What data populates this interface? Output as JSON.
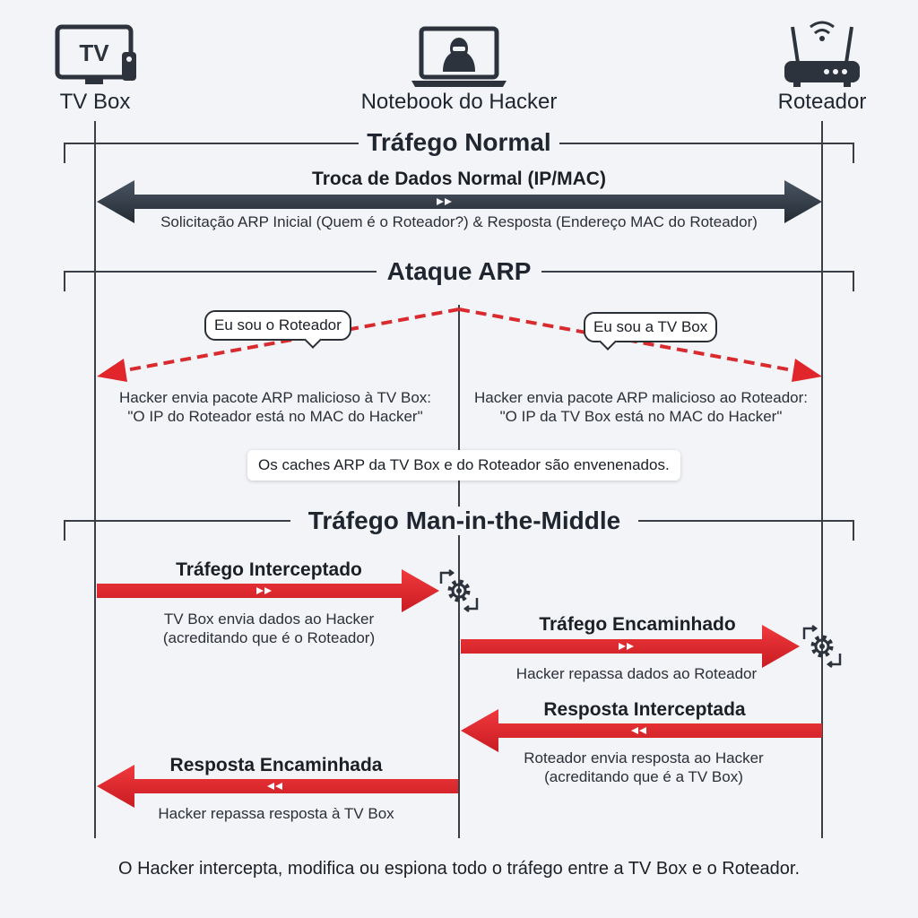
{
  "colors": {
    "lifeline": "#3a3f47",
    "normal_arrow": "#2c3440",
    "attack_red": "#e0262b",
    "background": "#f3f4f7"
  },
  "actors": [
    {
      "id": "tvbox",
      "label": "TV Box",
      "icon": "tv-box-icon",
      "icon_text": "TV"
    },
    {
      "id": "hacker",
      "label": "Notebook do Hacker",
      "icon": "hacker-laptop-icon"
    },
    {
      "id": "router",
      "label": "Roteador",
      "icon": "router-icon"
    }
  ],
  "sections": {
    "normal": {
      "title": "Tráfego Normal",
      "flow_title": "Troca de Dados Normal (IP/MAC)",
      "caption": "Solicitação ARP Inicial (Quem é o Roteador?) & Resposta (Endereço MAC do Roteador)"
    },
    "attack": {
      "title": "Ataque ARP",
      "bubble_left": "Eu sou o Roteador",
      "bubble_right": "Eu sou a TV Box",
      "left_caption_line1": "Hacker envia pacote ARP malicioso à TV Box:",
      "left_caption_line2": "\"O IP do Roteador está no MAC do Hacker\"",
      "right_caption_line1": "Hacker envia pacote ARP malicioso ao Roteador:",
      "right_caption_line2": "\"O IP da TV Box está no MAC do Hacker\"",
      "note": "Os caches ARP da TV Box e do Roteador são envenenados."
    },
    "mitm": {
      "title": "Tráfego Man-in-the-Middle",
      "flows": [
        {
          "title": "Tráfego Interceptado",
          "caption_line1": "TV Box envia dados ao Hacker",
          "caption_line2": "(acreditando que é o Roteador)"
        },
        {
          "title": "Tráfego Encaminhado",
          "caption_line1": "Hacker repassa dados ao Roteador",
          "caption_line2": ""
        },
        {
          "title": "Resposta Interceptada",
          "caption_line1": "Roteador envia resposta ao Hacker",
          "caption_line2": "(acreditando que é a TV Box)"
        },
        {
          "title": "Resposta Encaminhada",
          "caption_line1": "Hacker repassa resposta à TV Box",
          "caption_line2": ""
        }
      ]
    }
  },
  "footer": "O Hacker intercepta, modifica ou espiona todo o tráfego entre a TV Box e o Roteador."
}
